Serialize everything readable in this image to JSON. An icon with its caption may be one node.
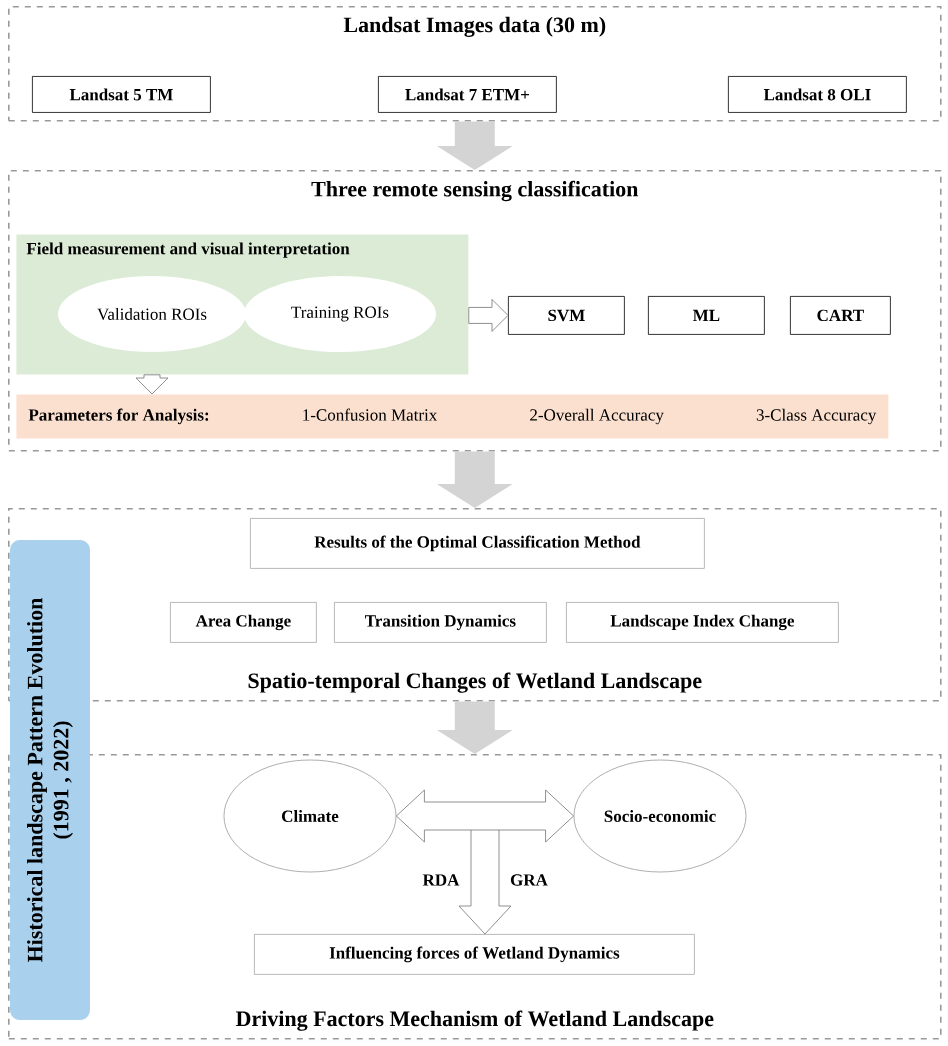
{
  "diagram": {
    "nodes": [
      {
        "text": [
          "Landsat Images data (30 m)"
        ]
      },
      {
        "text": [
          "Landsat 5 TM"
        ],
        "in": 0
      },
      {
        "text": [
          "Landsat 7 ETM+"
        ],
        "in": 0
      },
      {
        "text": [
          "Landsat 8 OLI"
        ],
        "in": 0
      },
      {
        "text": [
          "Three remote sensing classification"
        ]
      },
      {
        "text": [
          "Field measurement and visual interpretation"
        ],
        "in": 4
      },
      {
        "text": [
          "Validation ROIs"
        ],
        "in": 5
      },
      {
        "text": [
          "Training ROIs"
        ],
        "in": 5
      },
      {
        "text": [
          "SVM"
        ],
        "in": 4
      },
      {
        "text": [
          "ML"
        ],
        "in": 4
      },
      {
        "text": [
          "CART"
        ],
        "in": 4
      },
      {
        "text": [
          "Parameters for Analysis:",
          "1-Confusion Matrix",
          "2-Overall Accuracy",
          "3-Class Accuracy"
        ],
        "in": 4
      },
      {
        "text": [
          "Spatio-temporal Changes of Wetland Landscape"
        ]
      },
      {
        "text": [
          "Results of the Optimal Classification Method"
        ],
        "in": 12
      },
      {
        "text": [
          "Area Change"
        ],
        "in": 12
      },
      {
        "text": [
          "Transition Dynamics"
        ],
        "in": 12
      },
      {
        "text": [
          "Landscape Index Change"
        ],
        "in": 12
      },
      {
        "text": [
          "Driving Factors Mechanism of Wetland Landscape"
        ]
      },
      {
        "text": [
          "Climate"
        ],
        "in": 17
      },
      {
        "text": [
          "Socio-economic"
        ],
        "in": 17
      },
      {
        "text": [
          "Influencing forces of Wetland Dynamics"
        ],
        "in": 17
      },
      {
        "text": [
          "Historical landscape Pattern Evolution",
          "(1991 , 2022)"
        ]
      }
    ],
    "edges": [
      {
        "from": 0,
        "to": 4,
        "arrow": "to",
        "style": "thick",
        "color": "#d4d4d4"
      },
      {
        "from": 4,
        "to": 12,
        "arrow": "to",
        "style": "thick",
        "color": "#d4d4d4"
      },
      {
        "from": 12,
        "to": 17,
        "arrow": "to",
        "style": "thick",
        "color": "#d4d4d4"
      },
      {
        "from": 5,
        "to": 8,
        "arrow": "to"
      },
      {
        "from": 5,
        "to": 11,
        "arrow": "to"
      },
      {
        "from": 18,
        "to": 19,
        "arrow": "both"
      },
      {
        "from": 18,
        "to": 20,
        "arrow": "to",
        "label": "RDA"
      },
      {
        "from": 19,
        "to": 20,
        "arrow": "to",
        "label": "GRA"
      }
    ]
  }
}
